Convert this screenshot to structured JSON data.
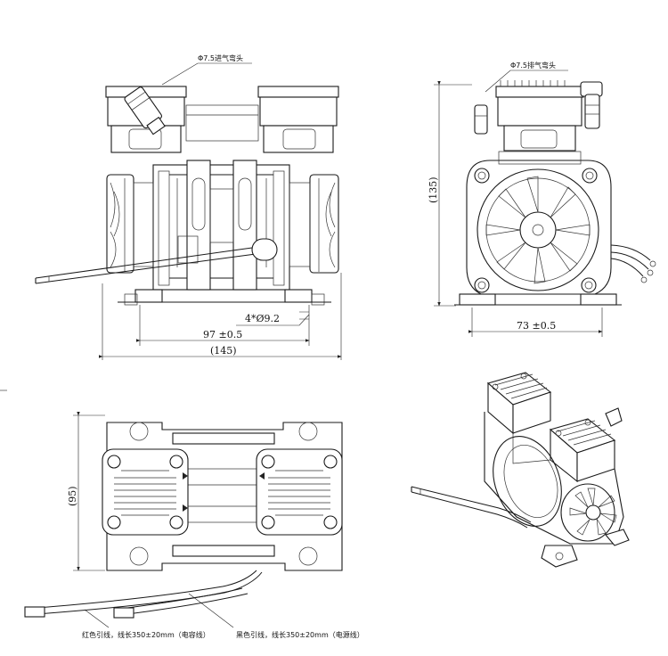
{
  "annotations": {
    "intake_elbow": "Φ7.5进气弯头",
    "exhaust_elbow": "Φ7.5排气弯头",
    "red_wire": "红色引线，线长350±20mm（电容线）",
    "black_wire": "黑色引线，线长350±20mm（电源线）"
  },
  "dimensions": {
    "hole_spec": "4*Ø9.2",
    "hole_spacing": "97 ±0.5",
    "total_width": "(145)",
    "total_height": "(135)",
    "side_width": "73 ±0.5",
    "bottom_depth": "(95)"
  }
}
